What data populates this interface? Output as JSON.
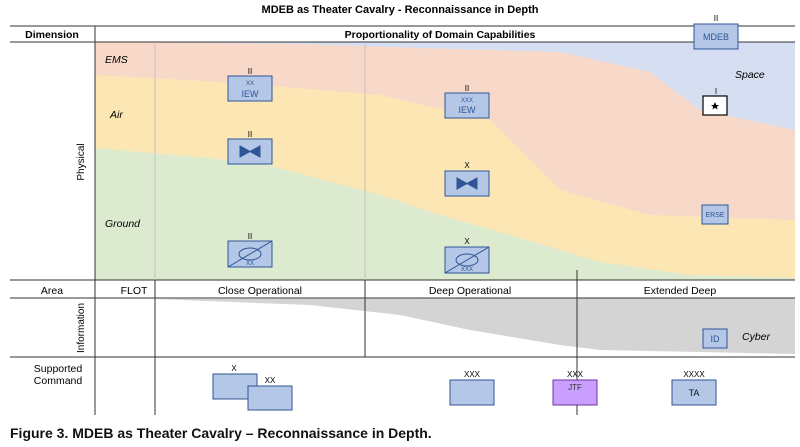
{
  "title": "MDEB as Theater Cavalry - Reconnaissance in Depth",
  "caption": "Figure 3. MDEB as Theater Cavalry – Reconnaissance in Depth.",
  "header": {
    "dimension": "Dimension",
    "proportionality": "Proportionality of Domain Capabilities"
  },
  "rows": {
    "physical": "Physical",
    "area": "Area",
    "information": "Information",
    "supported_command_line1": "Supported",
    "supported_command_line2": "Command"
  },
  "domains": {
    "ems": "EMS",
    "air": "Air",
    "ground": "Ground",
    "space": "Space",
    "cyber": "Cyber"
  },
  "areas": {
    "flot": "FLOT",
    "close": "Close Operational",
    "deep": "Deep Operational",
    "extended": "Extended Deep"
  },
  "units": {
    "mdeb": "MDEB",
    "iew": "IEW",
    "erse": "ERSE",
    "id": "ID",
    "jtf": "JTF",
    "ta": "TA"
  },
  "echelons": {
    "battalion": "II",
    "division": "XX",
    "corps": "XXX",
    "army": "XXXX",
    "brigade": "X",
    "company": "I"
  },
  "colors": {
    "ems_band": "#f8d9c9",
    "air_band": "#fbe6b4",
    "ground_band": "#dcebd0",
    "space_band": "#d6def2",
    "cyber_band": "#d4d4d4",
    "unit_fill": "#b4c7e7",
    "unit_stroke": "#2f5597",
    "jtf_fill": "#c9a0ff"
  }
}
